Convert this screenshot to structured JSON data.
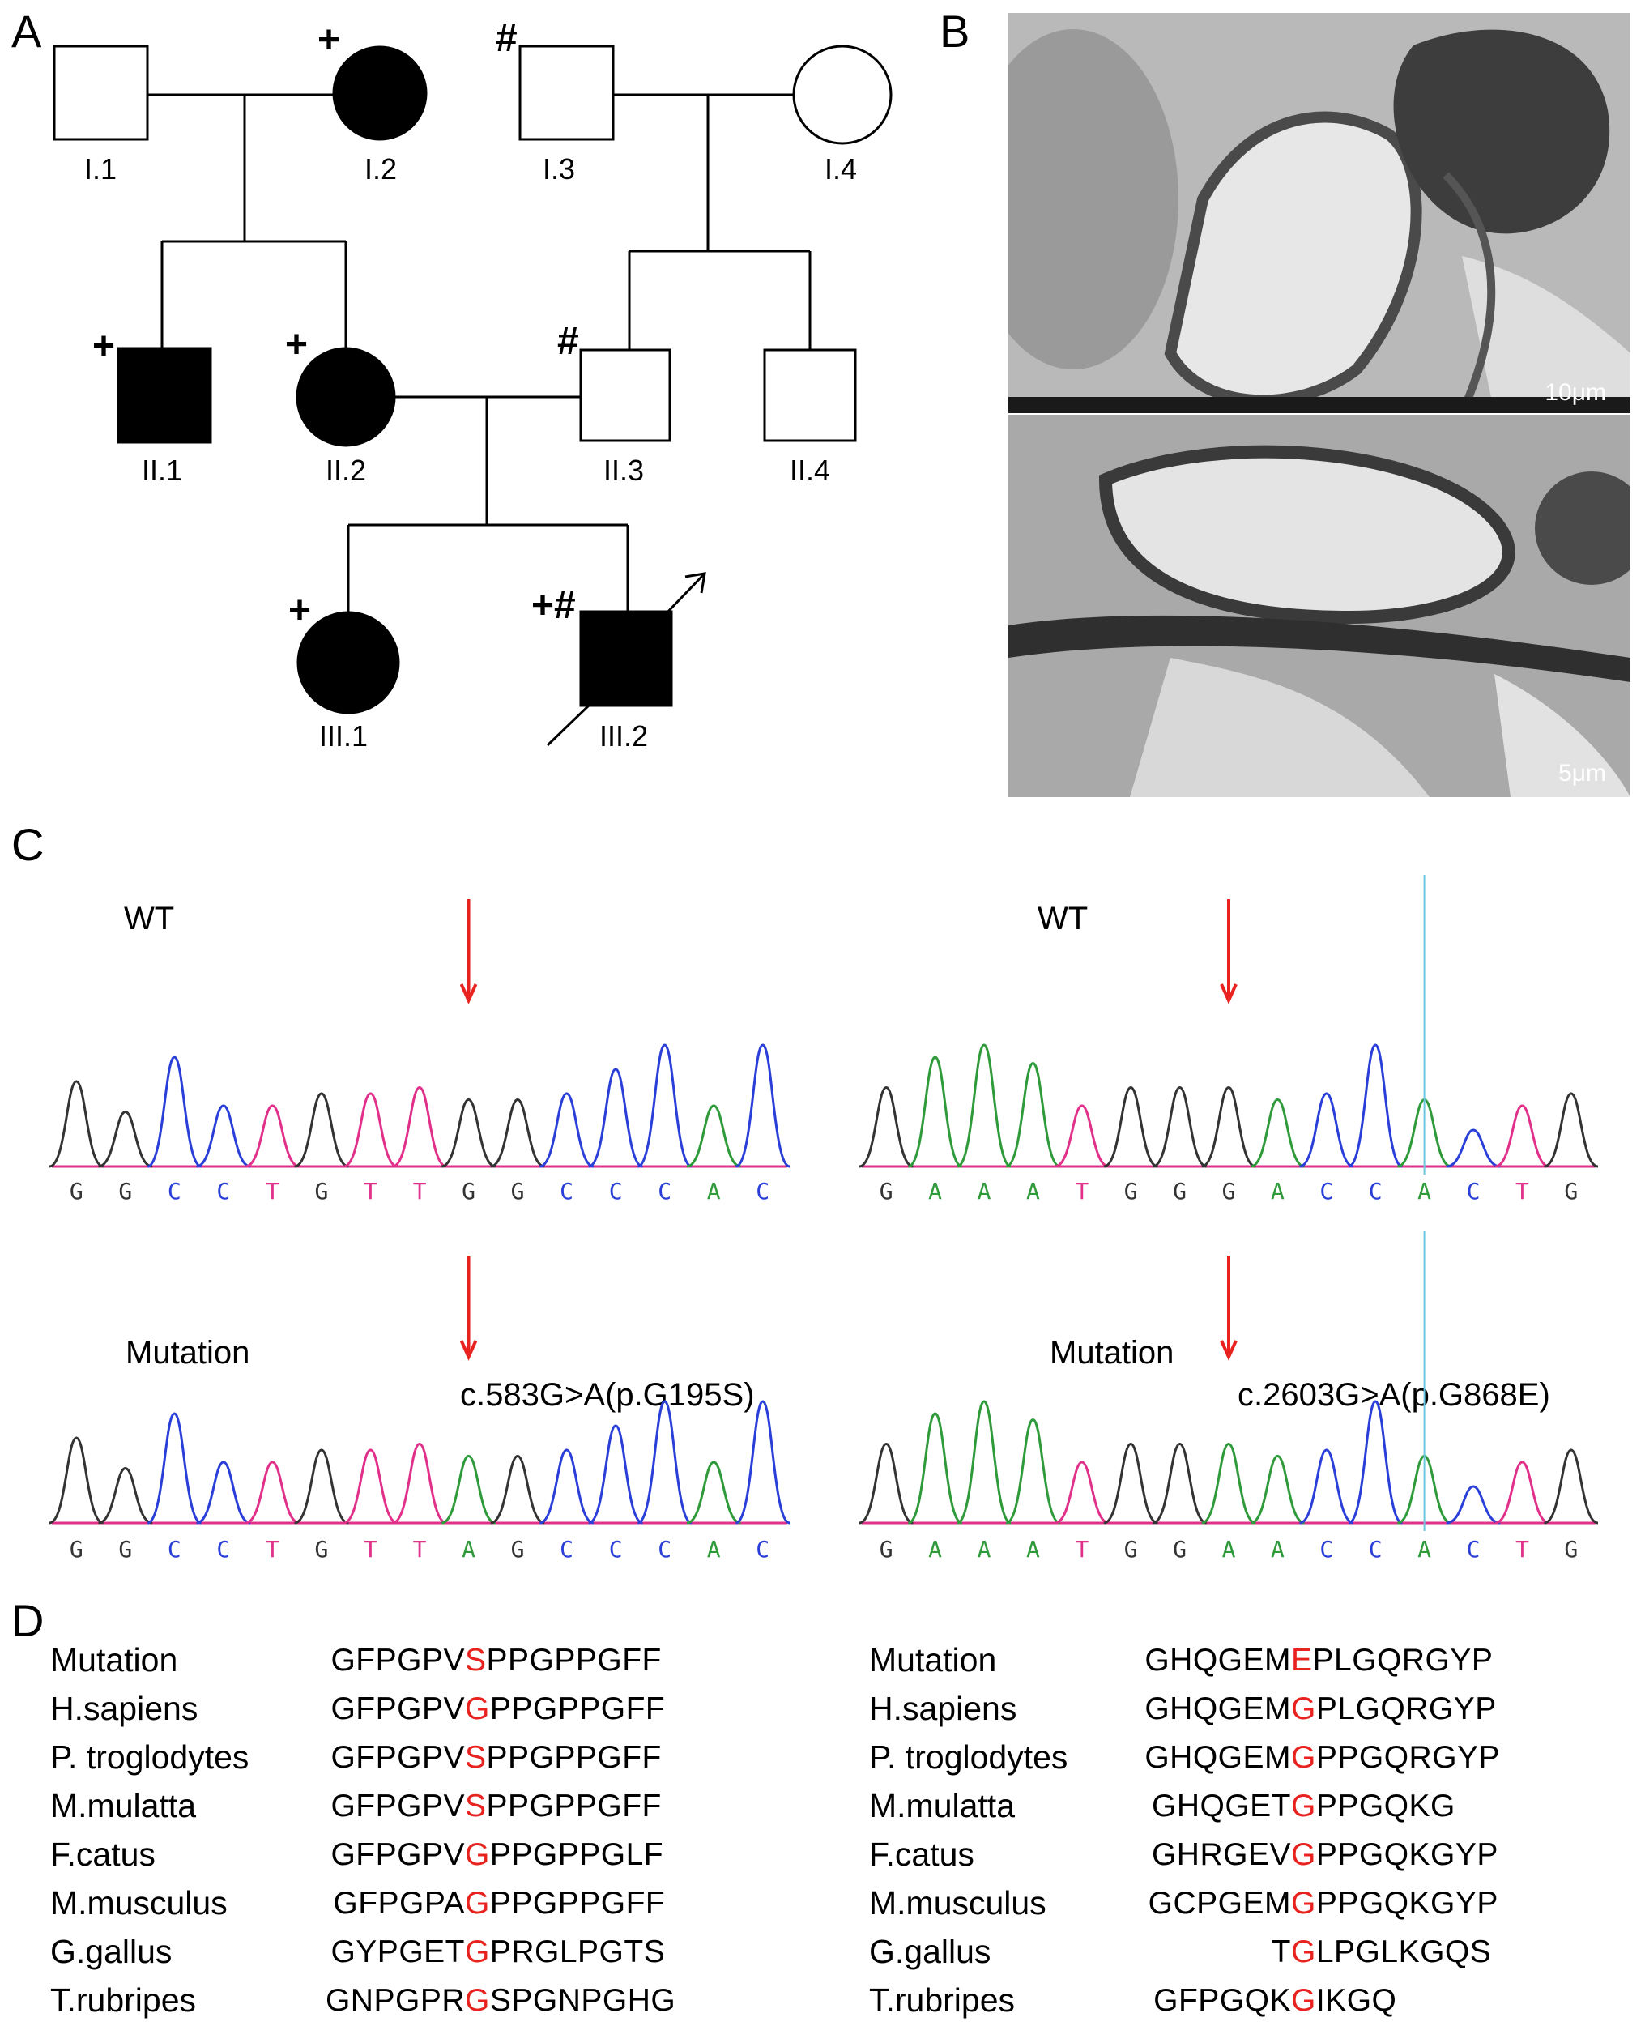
{
  "panels": {
    "a": "A",
    "b": "B",
    "c": "C",
    "d": "D"
  },
  "pedigree": {
    "individuals": [
      {
        "id": "I.1",
        "sex": "male",
        "affected": false,
        "carrier_mark": ""
      },
      {
        "id": "I.2",
        "sex": "female",
        "affected": true,
        "carrier_mark": "+"
      },
      {
        "id": "I.3",
        "sex": "male",
        "affected": false,
        "carrier_mark": "#"
      },
      {
        "id": "I.4",
        "sex": "female",
        "affected": false,
        "carrier_mark": ""
      },
      {
        "id": "II.1",
        "sex": "male",
        "affected": true,
        "carrier_mark": "+"
      },
      {
        "id": "II.2",
        "sex": "female",
        "affected": true,
        "carrier_mark": "+"
      },
      {
        "id": "II.3",
        "sex": "male",
        "affected": false,
        "carrier_mark": "#"
      },
      {
        "id": "II.4",
        "sex": "male",
        "affected": false,
        "carrier_mark": ""
      },
      {
        "id": "III.1",
        "sex": "female",
        "affected": true,
        "carrier_mark": "+"
      },
      {
        "id": "III.2",
        "sex": "male",
        "affected": true,
        "carrier_mark": "+#",
        "proband": true
      }
    ]
  },
  "em": {
    "scale_top": "10μm",
    "scale_bottom": "5μm"
  },
  "sanger": {
    "wt_label": "WT",
    "mutation_label": "Mutation",
    "left": {
      "wt_seq": [
        "G",
        "G",
        "C",
        "C",
        "T",
        "G",
        "T",
        "T",
        "G",
        "G",
        "C",
        "C",
        "C",
        "A",
        "C"
      ],
      "mut_seq": [
        "G",
        "G",
        "C",
        "C",
        "T",
        "G",
        "T",
        "T",
        "A",
        "G",
        "C",
        "C",
        "C",
        "A",
        "C"
      ],
      "hgvs": "c.583G>A(p.G195S)"
    },
    "right": {
      "wt_seq": [
        "G",
        "A",
        "A",
        "A",
        "T",
        "G",
        "G",
        "G",
        "A",
        "C",
        "C",
        "A",
        "C",
        "T",
        "G"
      ],
      "mut_seq": [
        "G",
        "A",
        "A",
        "A",
        "T",
        "G",
        "G",
        "A",
        "A",
        "C",
        "C",
        "A",
        "C",
        "T",
        "G"
      ],
      "hgvs": "c.2603G>A(p.G868E)"
    },
    "base_colors": {
      "G": "#333333",
      "A": "#2e9a3a",
      "C": "#2a3fd8",
      "T": "#e0308a"
    }
  },
  "alignment": {
    "left": [
      {
        "species": "Mutation",
        "pre": "GFPGPV",
        "res": "S",
        "post": "PPGPPGFF"
      },
      {
        "species": "H.sapiens",
        "pre": "GFPGPV",
        "res": "G",
        "post": "PPGPPGFF"
      },
      {
        "species": "P. troglodytes",
        "pre": "GFPGPV",
        "res": "S",
        "post": "PPGPPGFF"
      },
      {
        "species": "M.mulatta",
        "pre": "GFPGPV",
        "res": "S",
        "post": "PPGPPGFF"
      },
      {
        "species": "F.catus",
        "pre": "GFPGPV",
        "res": "G",
        "post": "PPGPPGLF"
      },
      {
        "species": "M.musculus",
        "pre": "GFPGPA",
        "res": "G",
        "post": "PPGPPGFF"
      },
      {
        "species": "G.gallus",
        "pre": "GYPGET",
        "res": "G",
        "post": "PRGLPGTS"
      },
      {
        "species": "T.rubripes",
        "pre": "GNPGPR",
        "res": "G",
        "post": "SPGNPGHG"
      }
    ],
    "right": [
      {
        "species": "Mutation",
        "pre": "GHQGEM",
        "res": "E",
        "post": "PLGQRGYP"
      },
      {
        "species": "H.sapiens",
        "pre": "GHQGEM",
        "res": "G",
        "post": "PLGQRGYP"
      },
      {
        "species": "P. troglodytes",
        "pre": "GHQGEM",
        "res": "G",
        "post": "PPGQRGYP"
      },
      {
        "species": "M.mulatta",
        "pre": "GHQGET",
        "res": "G",
        "post": "PPGQKG"
      },
      {
        "species": "F.catus",
        "pre": "GHRGEV",
        "res": "G",
        "post": "PPGQKGYP"
      },
      {
        "species": "M.musculus",
        "pre": "GCPGEM",
        "res": "G",
        "post": "PPGQKGYP"
      },
      {
        "species": "G.gallus",
        "pre": "T",
        "res": "G",
        "post": "LPGLKGQS"
      },
      {
        "species": "T.rubripes",
        "pre": "GFPGQK",
        "res": "G",
        "post": "IKGQ"
      }
    ]
  }
}
